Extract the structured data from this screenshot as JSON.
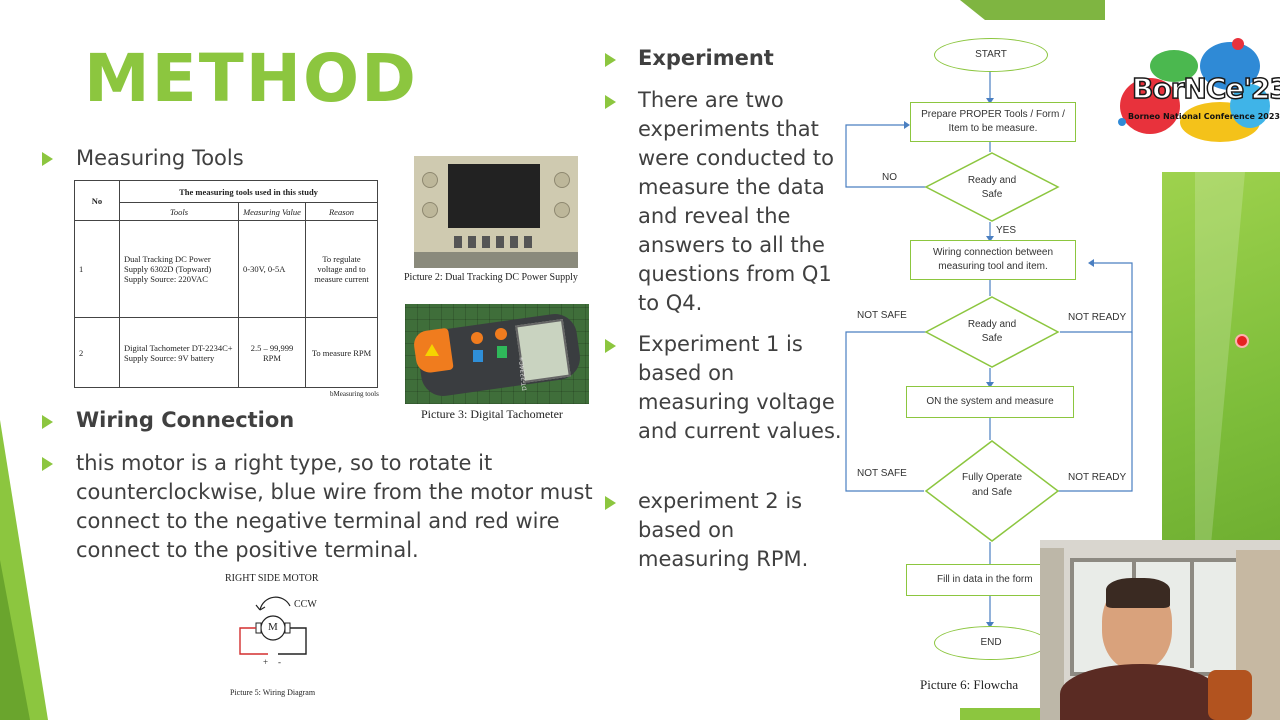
{
  "slide": {
    "title": "METHOD",
    "left": {
      "measuring_tools": "Measuring Tools",
      "wiring_connection": "Wiring Connection",
      "wiring_text": "this motor is a right type, so to rotate it counterclockwise, blue wire from the motor must connect to the negative terminal and red wire connect to the positive terminal."
    },
    "table": {
      "header_no": "No",
      "header_title": "The measuring tools used in this study",
      "col_tools": "Tools",
      "col_value": "Measuring Value",
      "col_reason": "Reason",
      "rows": [
        {
          "no": "1",
          "tool": "Dual Tracking DC Power Supply 6302D (Topward) Supply Source: 220VAC",
          "value": "0-30V, 0-5A",
          "reason": "To regulate voltage and to measure current"
        },
        {
          "no": "2",
          "tool": "Digital Tachometer DT-2234C+ Supply Source: 9V battery",
          "value": "2.5 – 99,999 RPM",
          "reason": "To measure RPM"
        }
      ],
      "note": "bMeasuring tools"
    },
    "pictures": {
      "p2_caption": "Picture 2: Dual Tracking DC Power Supply",
      "p3_caption": "Picture 3: Digital Tachometer",
      "p3_device_text": "DT-2234C+",
      "p5_title": "RIGHT SIDE MOTOR",
      "p5_ccw": "CCW",
      "p5_motor": "M",
      "p5_plus": "+",
      "p5_minus": "-",
      "p5_caption": "Picture 5: Wiring Diagram",
      "p6_caption": "Picture 6: Flowcha"
    },
    "middle": {
      "b1": "Experiment",
      "b2": "There are two experiments that were conducted to measure the data and reveal the answers to all the questions from Q1 to Q4.",
      "b3": "Experiment 1 is based on measuring voltage and current values.",
      "b4": "experiment 2 is based on measuring RPM."
    },
    "flowchart": {
      "start": "START",
      "prepare": "Prepare PROPER Tools / Form / Item to be measure.",
      "ready_safe_1": "Ready and Safe",
      "no": "NO",
      "yes": "YES",
      "wiring": "Wiring connection between measuring tool and item.",
      "ready_safe_2": "Ready and Safe",
      "not_safe_1": "NOT SAFE",
      "not_ready_1": "NOT READY",
      "on_system": "ON the system and measure",
      "fully": "Fully Operate and Safe",
      "not_safe_2": "NOT SAFE",
      "not_ready_2": "NOT READY",
      "fill": "Fill in data in the form",
      "end": "END"
    },
    "logo": {
      "name": "BorNCe'23",
      "subtitle": "Borneo National Conference 2023"
    },
    "colors": {
      "accent": "#8cc63f",
      "text": "#404040",
      "flow_line": "#4a7fc1"
    }
  }
}
